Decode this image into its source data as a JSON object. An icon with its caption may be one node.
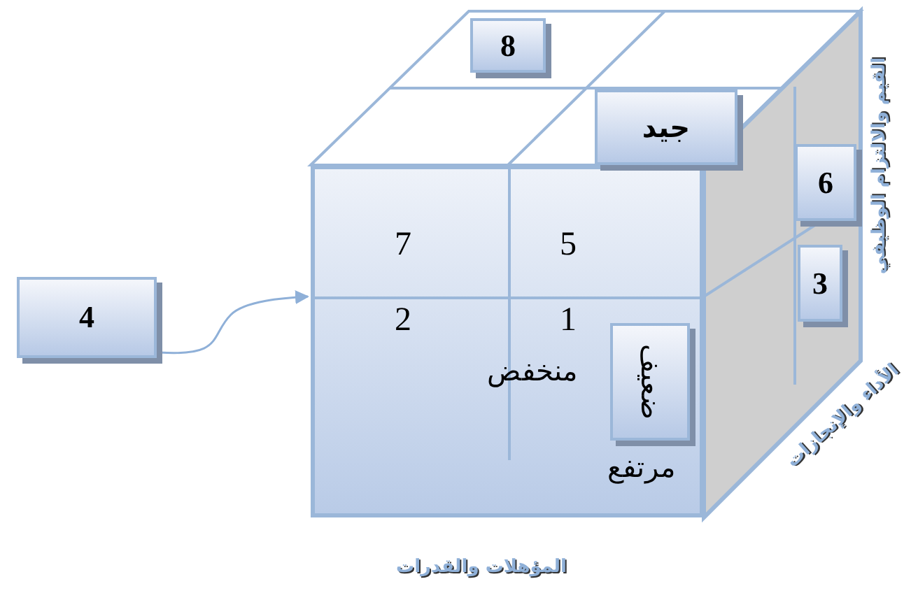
{
  "diagram": {
    "nodes": [
      {
        "text": [
          "4"
        ]
      },
      {
        "text": [],
        "shape": "box"
      },
      {
        "text": [
          "8"
        ]
      },
      {
        "text": [
          "جيد"
        ]
      },
      {
        "text": [
          "6"
        ]
      },
      {
        "text": [
          "3"
        ]
      },
      {
        "text": [
          "ضعيف"
        ],
        "in": 1
      }
    ],
    "edges": [
      {
        "from": 0,
        "to": 1,
        "arrow": "to"
      }
    ],
    "labels": [
      "7",
      "5",
      "2",
      "1",
      "منخفض",
      "مرتفع",
      "القيم والالتزام الوظيفي",
      "الأداء والإنجازات",
      "المؤهلات والقدرات"
    ]
  }
}
